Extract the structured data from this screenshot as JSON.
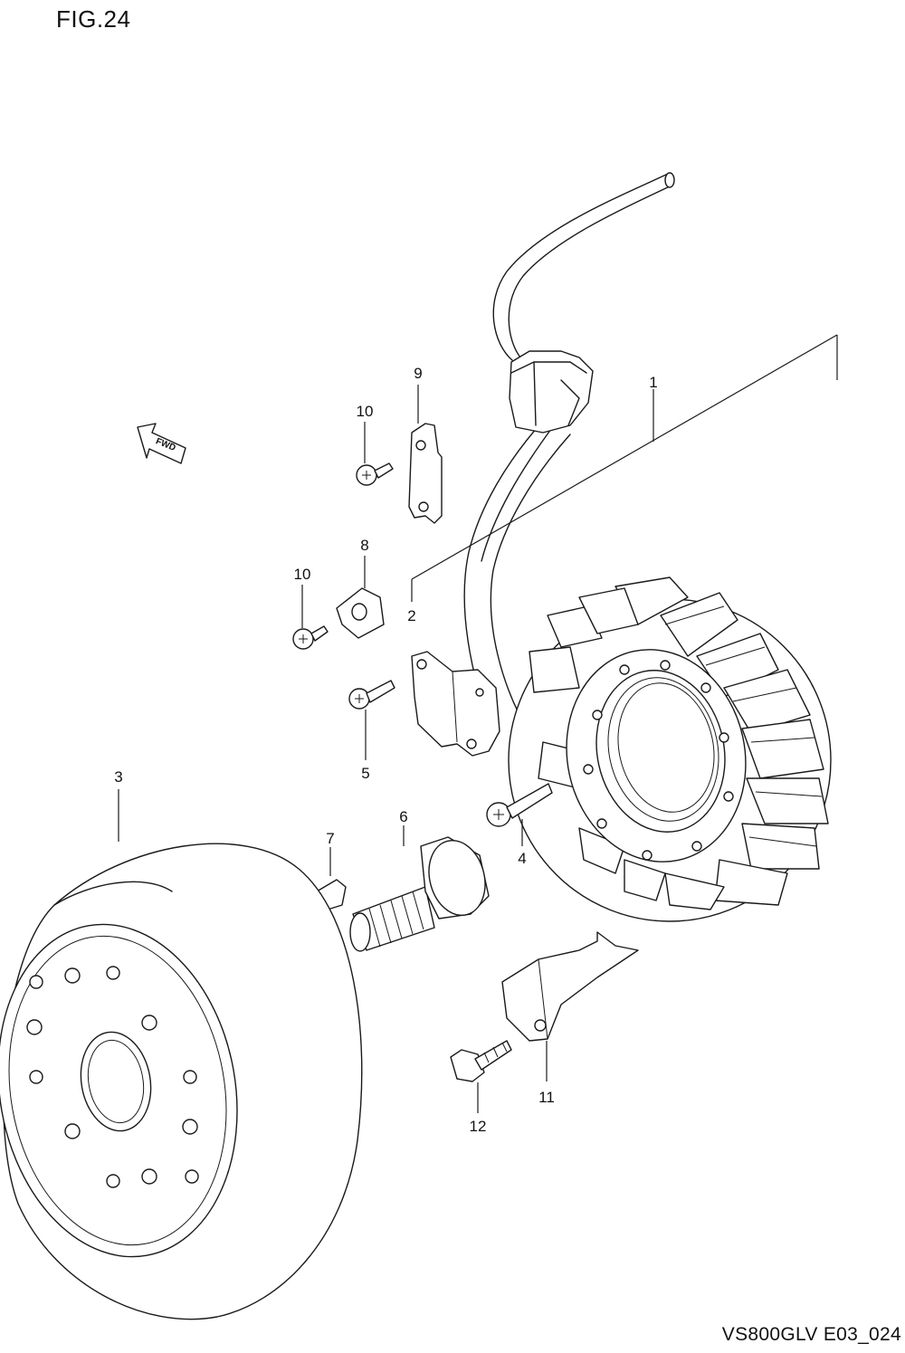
{
  "figure": {
    "title": "FIG.24",
    "code": "VS800GLV E03_024"
  },
  "direction_marker": {
    "label": "FWD",
    "icon": "fwd-arrow-icon"
  },
  "callouts": [
    {
      "id": "1",
      "label": "1"
    },
    {
      "id": "2",
      "label": "2"
    },
    {
      "id": "3",
      "label": "3"
    },
    {
      "id": "4",
      "label": "4"
    },
    {
      "id": "5",
      "label": "5"
    },
    {
      "id": "6",
      "label": "6"
    },
    {
      "id": "7",
      "label": "7"
    },
    {
      "id": "8",
      "label": "8"
    },
    {
      "id": "9",
      "label": "9"
    },
    {
      "id": "10a",
      "label": "10"
    },
    {
      "id": "10b",
      "label": "10"
    },
    {
      "id": "11",
      "label": "11"
    },
    {
      "id": "12",
      "label": "12"
    }
  ]
}
